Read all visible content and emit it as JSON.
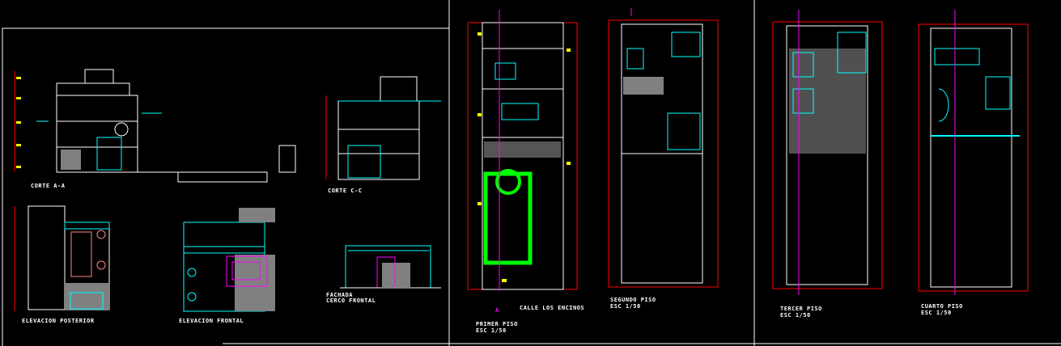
{
  "drawing": {
    "colors": {
      "background": "#000000",
      "walls": "#ffffff",
      "dimensions": "#ff0000",
      "markers": "#ffff00",
      "details": "#00ffff",
      "section": "#ff00ff",
      "fill": "#808080",
      "garden": "#00ff00"
    },
    "labels": {
      "corte_aa": "CORTE A-A",
      "corte_cc": "CORTE C-C",
      "elevacion_posterior": "ELEVACION POSTERIOR",
      "elevacion_frontal": "ELEVACION FRONTAL",
      "fachada_title": "FACHADA",
      "fachada_sub": "CERCO FRONTAL",
      "primer_piso": "PRIMER PISO",
      "primer_escala": "ESC 1/50",
      "calle": "CALLE LOS ENCINOS",
      "segundo_piso": "SEGUNDO PISO",
      "segundo_escala": "ESC 1/50",
      "tercer_piso": "TERCER PISO",
      "tercer_escala": "ESC 1/50",
      "cuarto_piso": "CUARTO PISO",
      "cuarto_escala": "ESC 1/50",
      "section_mark": "A"
    }
  }
}
